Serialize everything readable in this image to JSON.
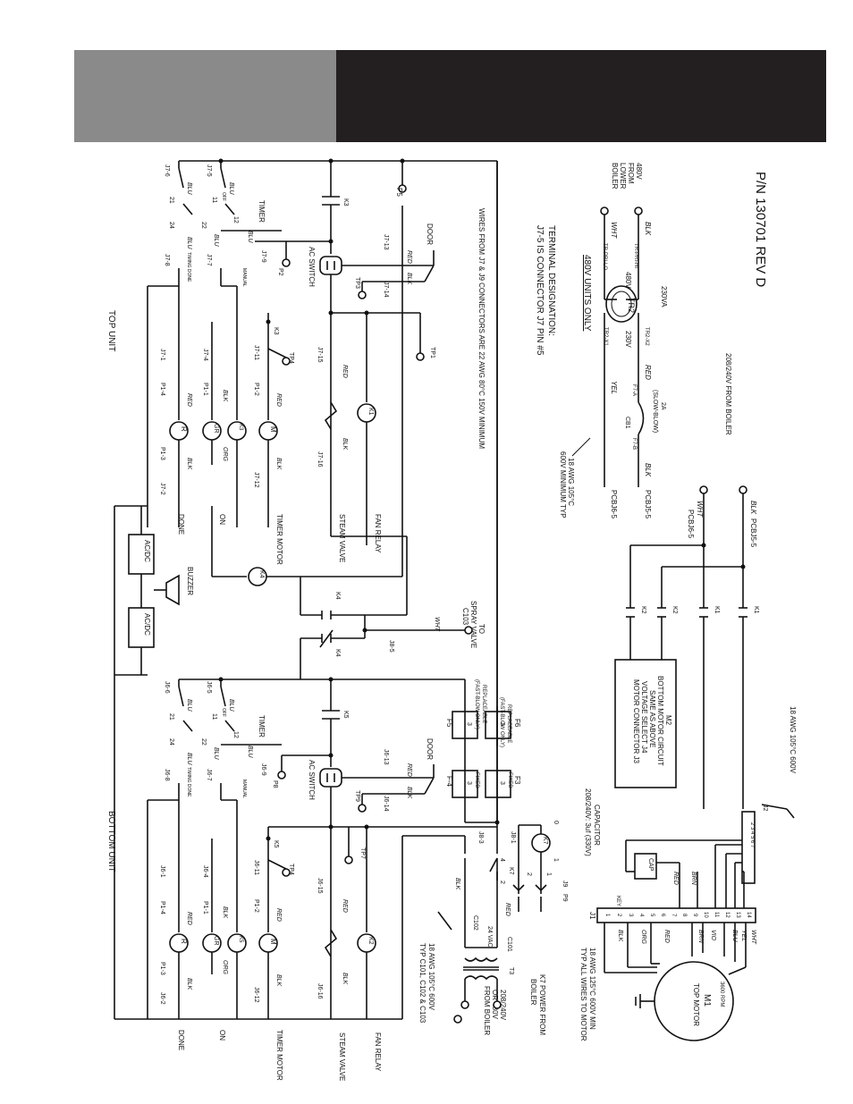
{
  "header": {
    "left_color": "#8a8a8a",
    "right_color": "#231f20"
  },
  "title": {
    "part_number": "P/N 130701 REV D"
  },
  "notes": {
    "from_boiler": "208/240V FROM BOILER",
    "units_only": "480V UNITS ONLY",
    "terminal_designation_1": "TERMINAL DESIGNATION:",
    "terminal_designation_2": "J7-5 IS CONNECTOR J7 PIN #5",
    "wires_note": "WIRES FROM J7 & J9 CONNECTORS ARE 22 AWG 80°C 150V MINIMUM",
    "awg_600v_1": "18 AWG 105°C",
    "awg_600v_2": "600V MINIMUM TYP",
    "awg_top_right": "18 AWG 105°C 600V",
    "motor_wire_1": "18 AWG 125°C 600V MIN",
    "motor_wire_2": "TYP ALL WIRES TO MOTOR",
    "spray_wire_1": "18 AWG 105°C 600V",
    "spray_wire_2": "TYP C101, C102 & C103",
    "k7_power_1": "K7 POWER FROM",
    "k7_power_2": "BOILER",
    "boiler_power_1": "208/240V",
    "boiler_power_2": "OR 480V",
    "boiler_power_3": "FROM BOILER",
    "top_unit": "TOP UNIT",
    "bottom_unit": "BOTTOM UNIT"
  },
  "transformer_tr2": {
    "from_lower_1": "480V",
    "from_lower_2": "FROM",
    "from_lower_3": "LOWER",
    "from_lower_4": "BOILER",
    "blk": "BLK",
    "wht": "WHT",
    "hi": "TR-PRI-HI",
    "lo": "TR-PRI-LO",
    "v480": "480V",
    "va": "230VA",
    "v230": "230V",
    "name": "TR2",
    "x2": "TR2-X2",
    "x1": "TR2-X1",
    "red": "RED",
    "yel": "YEL",
    "f7a": "F7-A",
    "f7b": "F7-B",
    "cb1": "CB1",
    "cb_rating_1": "2A",
    "cb_rating_2": "(SLOW-BLOW)",
    "pcbj5": "PCBJ5-5",
    "pcbj6": "PCBJ6-5",
    "blk2": "BLK"
  },
  "motor_section": {
    "pcbj5": "PCBJ5-5",
    "pcbj6": "PCBJ6-5",
    "blk": "BLK",
    "wht": "WHT",
    "k1": "K1",
    "k2": "K2",
    "m2_1": "M2",
    "m2_2": "BOTTOM MOTOR CIRCUIT",
    "m2_3": "SAME AS ABOVE",
    "m2_4": "VOLTAGE SELECT J4",
    "m2_5": "MOTOR CONNECTOR J3",
    "capacitor_1": "CAPACITOR",
    "capacitor_2": "208/240V: 3uf (330V)",
    "cap": "CAP",
    "j1": "J1",
    "j2": "J2",
    "j2_pins": "2 3 4 5 6 7",
    "j1_pins": [
      "1",
      "2",
      "3",
      "4",
      "5",
      "6",
      "7",
      "8",
      "9",
      "10",
      "11",
      "12",
      "13",
      "14"
    ],
    "key": "KEY",
    "motor_wires": [
      "BLK",
      "ORG",
      "RED",
      "BRN",
      "VIO",
      "BLU",
      "YEL",
      "WHT"
    ],
    "red": "RED",
    "brn": "BRN",
    "m1": "M1",
    "m1_sub": "TOP MOTOR",
    "rpm": "3600 RPM"
  },
  "top_circuit": {
    "j7_6": "J7-6",
    "j7_5": "J7-5",
    "j7_8": "J7-8",
    "j7_7": "J7-7",
    "j7_9": "J7-9",
    "j7_13": "J7-13",
    "j7_14": "J7-14",
    "j7_1": "J7-1",
    "j7_4": "J7-4",
    "j7_11": "J7-11",
    "j7_15": "J7-15",
    "j7_16": "J7-16",
    "j7_2": "J7-2",
    "j7_12": "J7-12",
    "p1_4": "P1-4",
    "p1_1": "P1-1",
    "p1_2": "P1-2",
    "p1_3": "P1-3",
    "p5": "P5",
    "p2": "P2",
    "tp1": "TP1",
    "tp3": "TP3",
    "tp4": "TP4",
    "k3": "K3",
    "door": "DOOR",
    "ac_switch": "AC SWITCH",
    "timer": "TIMER",
    "n21": "21",
    "n24": "24",
    "n22": "22",
    "n11": "11",
    "n12": "12",
    "off": "OFF",
    "timing_done": "TIMING DONE",
    "manual": "MANUAL",
    "blu": "BLU",
    "red": "RED",
    "blk": "BLK",
    "org": "ORG",
    "k1": "K1",
    "m": "M",
    "gr": "GR",
    "r": "R"
  },
  "bottom_circuit": {
    "j6_6": "J6-6",
    "j6_5": "J6-5",
    "j6_8": "J6-8",
    "j6_7": "J6-7",
    "j6_9": "J6-9",
    "j6_13": "J6-13",
    "j6_14": "J6-14",
    "j6_1": "J6-1",
    "j6_4": "J6-4",
    "j6_11": "J6-11",
    "j6_15": "J6-15",
    "j6_16": "J6-16",
    "j6_2": "J6-2",
    "j6_12": "J6-12",
    "p1_4": "P1-4",
    "p1_1": "P1-1",
    "p1_2": "P1-2",
    "p1_3": "P1-3",
    "p8": "P8",
    "tp9": "TP9",
    "tp4": "TP4",
    "tp7": "TP7",
    "k5": "K5",
    "door": "DOOR",
    "ac_switch": "AC SWITCH",
    "timer": "TIMER",
    "n21": "21",
    "n24": "24",
    "n22": "22",
    "n11": "11",
    "n12": "12",
    "off": "OFF",
    "timing_done": "TIMING DONE",
    "manual": "MANUAL",
    "blu": "BLU",
    "red": "RED",
    "blk": "BLK",
    "org": "ORG",
    "k2": "K2",
    "m": "M",
    "gr": "GR",
    "r": "R"
  },
  "side_labels_top": [
    "FAN RELAY",
    "STEAM VALVE",
    "TIMER MOTOR",
    "ON",
    "DONE"
  ],
  "side_labels_bottom": [
    "FAN RELAY",
    "STEAM VALVE",
    "TIMER MOTOR",
    "ON",
    "DONE"
  ],
  "middle": {
    "acdc": "AC/DC",
    "buzzer": "BUZZER",
    "k4": "K4",
    "spray_1": "TO",
    "spray_2": "SPRAY VALVE",
    "spray_3": "C103",
    "wht": "WHT",
    "j8_5": "J8-5"
  },
  "fuses": {
    "f6_1": "F6",
    "f6_2": "REPLACEABLE",
    "f6_3": "(FAST-BLOW ONLY)",
    "f5_1": "F5",
    "f5_2": "REPLACEABLE",
    "f5_3": "(FAST-BLOW ONLY)",
    "f3": "F3",
    "f4": "F-4",
    "fixed": "FIXED",
    "fuse_val": "3"
  },
  "k7_section": {
    "k7": "K7",
    "j8_1": "J8-1",
    "j8_3": "J8-3",
    "j9": "J9",
    "p9": "P9",
    "n0": "0",
    "n1": "1",
    "n2": "2",
    "n4": "4",
    "red": "RED",
    "blk": "BLK",
    "v24": "24 VAC",
    "t3": "T3",
    "c101": "C101",
    "c102": "C102"
  }
}
